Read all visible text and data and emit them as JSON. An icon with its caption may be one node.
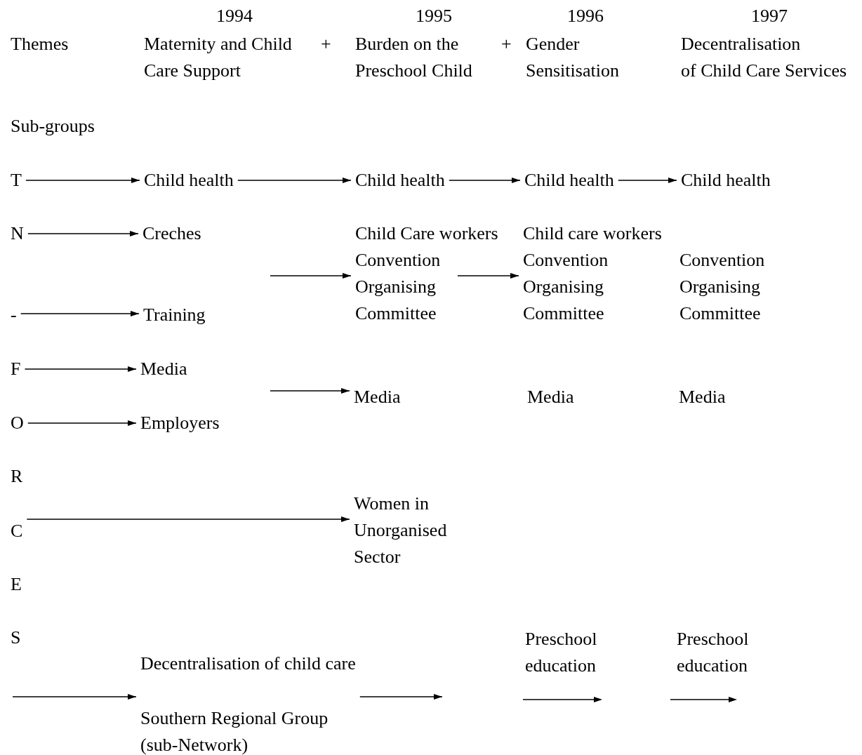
{
  "diagram": {
    "nodes": [
      {
        "text": [
          "T"
        ]
      },
      {
        "text": [
          "Child health"
        ]
      },
      {
        "text": [
          "Child health"
        ]
      },
      {
        "text": [
          "Child health"
        ]
      },
      {
        "text": [
          "Child health"
        ]
      },
      {
        "text": [
          "N"
        ]
      },
      {
        "text": [
          "Creches"
        ]
      },
      {
        "text": [
          "-"
        ]
      },
      {
        "text": [
          "Training"
        ]
      },
      {
        "text": [
          "Child Care workers",
          "Convention Organising Committee"
        ]
      },
      {
        "text": [
          "Child care workers",
          "Convention Organising Committee"
        ]
      },
      {
        "text": [
          "F"
        ]
      },
      {
        "text": [
          "Media"
        ]
      },
      {
        "text": [
          "O"
        ]
      },
      {
        "text": [
          "Employers"
        ]
      },
      {
        "text": [
          "Media"
        ]
      },
      {
        "text": [
          "C"
        ]
      },
      {
        "text": [
          "Women in Unorganised Sector"
        ]
      },
      {
        "text": [
          "Decentralisation of child care",
          "Southern Regional Group (sub-Network)"
        ]
      }
    ],
    "edges": [
      {
        "from": 0,
        "to": 1,
        "arrow": "to"
      },
      {
        "from": 1,
        "to": 2,
        "arrow": "to"
      },
      {
        "from": 2,
        "to": 3,
        "arrow": "to"
      },
      {
        "from": 3,
        "to": 4,
        "arrow": "to"
      },
      {
        "from": 5,
        "to": 6,
        "arrow": "to"
      },
      {
        "from": 7,
        "to": 8,
        "arrow": "to"
      },
      {
        "from": null,
        "to": 9,
        "arrow": "to"
      },
      {
        "from": 9,
        "to": 10,
        "arrow": "to"
      },
      {
        "from": 11,
        "to": 12,
        "arrow": "to"
      },
      {
        "from": 13,
        "to": 14,
        "arrow": "to"
      },
      {
        "from": null,
        "to": 15,
        "arrow": "to"
      },
      {
        "from": 16,
        "to": 17,
        "arrow": "to"
      },
      {
        "from": null,
        "to": 18,
        "arrow": "to"
      },
      {
        "from": 18,
        "to": null,
        "arrow": "to"
      }
    ],
    "labels": [
      "1994",
      "1995",
      "1996",
      "1997",
      "Themes",
      "Maternity and Child Care Support",
      "+",
      "Burden on the Preschool Child",
      "+",
      "Gender Sensitisation",
      "Decentralisation",
      "of Child Care Services",
      "Sub-groups",
      "Convention Organising Committee",
      "Media",
      "Media",
      "R",
      "E",
      "S",
      "Preschool education",
      "Preschool education"
    ]
  }
}
